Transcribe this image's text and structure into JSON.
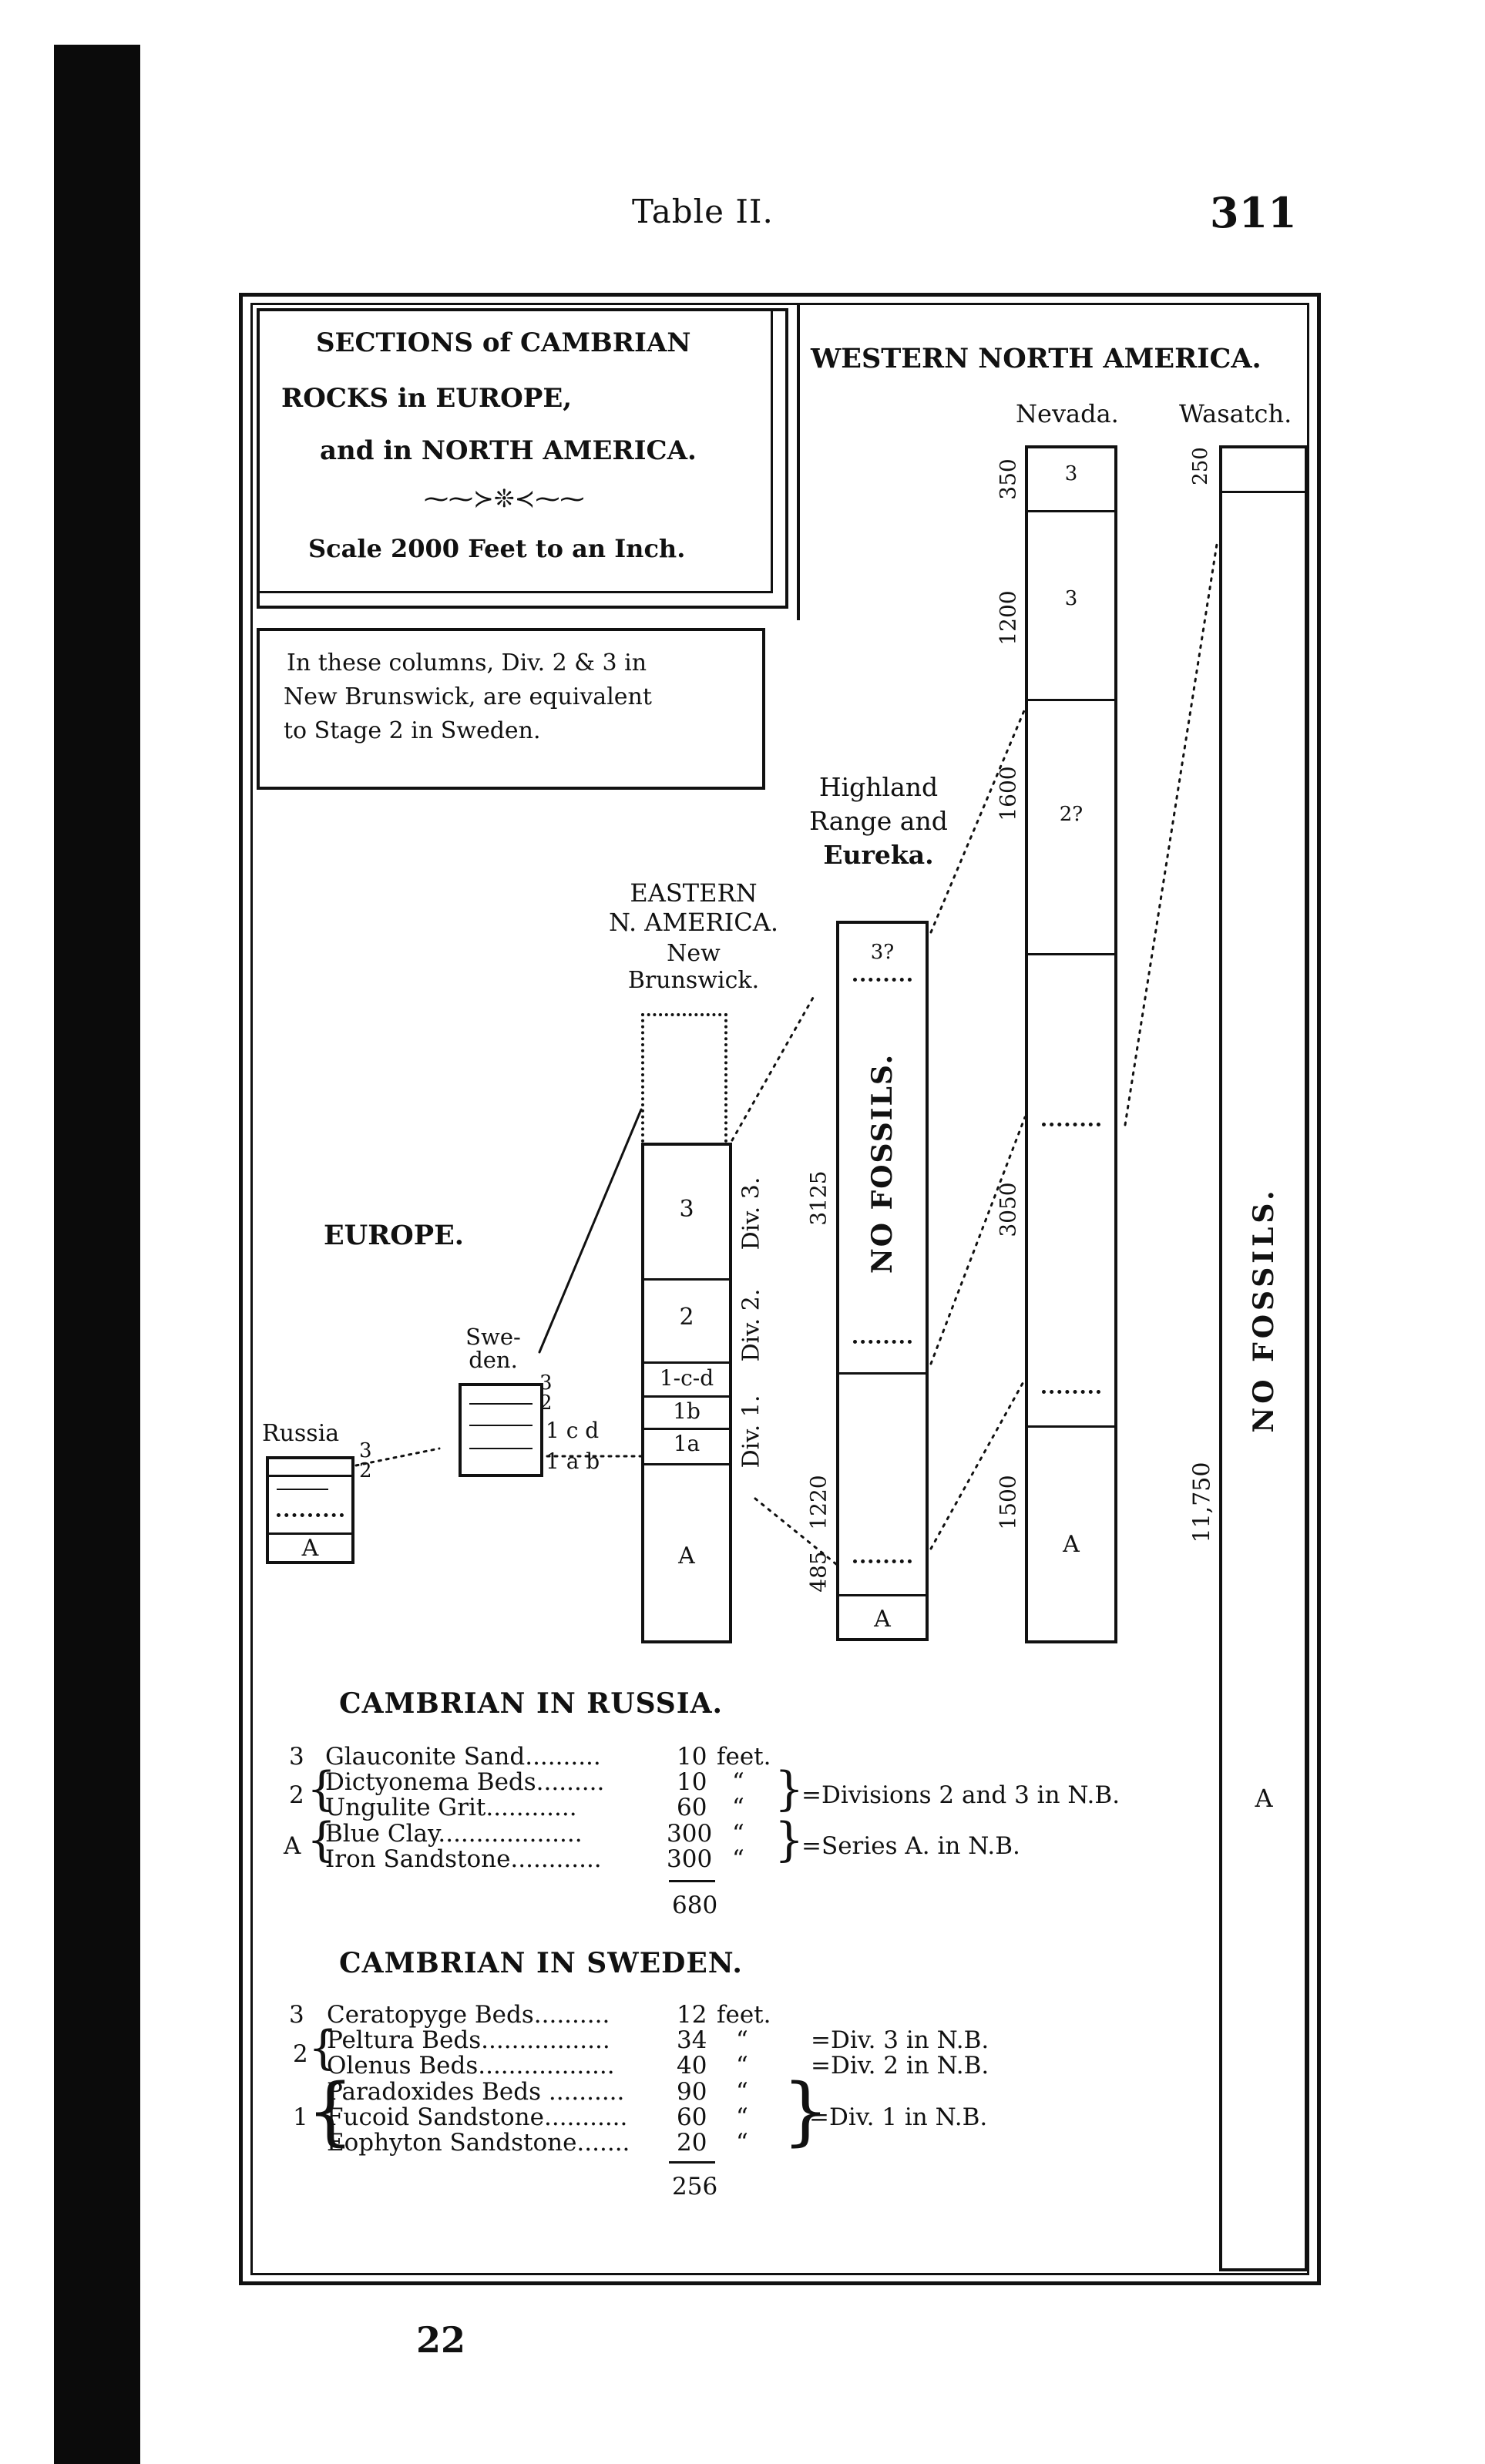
{
  "header": {
    "title": "Table II.",
    "page_number": "311"
  },
  "footer": {
    "number": "22"
  },
  "title_box": {
    "lines": [
      "SECTIONS of CAMBRIAN",
      "ROCKS in EUROPE,",
      "and in NORTH AMERICA."
    ],
    "ornament": "⁓⁓≻❊≺⁓⁓",
    "scale": "Scale 2000 Feet to an Inch."
  },
  "note_box": {
    "lines": [
      "In these columns, Div. 2 & 3 in",
      "New Brunswick, are equivalent",
      "to Stage 2 in Sweden."
    ]
  },
  "regions": {
    "western": "WESTERN NORTH AMERICA.",
    "eastern_1": "EASTERN",
    "eastern_2": "N. AMERICA.",
    "europe": "EUROPE."
  },
  "columns": {
    "russia": {
      "label": "Russia",
      "side_3": "3",
      "side_2": "2",
      "cell_a": "A"
    },
    "sweden": {
      "label_1": "Swe-",
      "label_2": "den.",
      "side_3": "3",
      "side_2": "2",
      "side_1cd": "1 c d",
      "side_1ab": "1 a b"
    },
    "new_brunswick": {
      "label_1": "New",
      "label_2": "Brunswick.",
      "cells": [
        "3",
        "2",
        "1-c-d",
        "1b",
        "1a",
        "A"
      ],
      "div_3": "Div. 3.",
      "div_2": "Div. 2.",
      "div_1": "Div. 1."
    },
    "highland": {
      "label_1": "Highland",
      "label_2": "Range and",
      "label_3": "Eureka.",
      "top_cell": "3?",
      "no_fossils": "NO FOSSILS.",
      "cell_a": "A",
      "thick_3125": "3125",
      "thick_1220": "1220",
      "thick_485": "485"
    },
    "nevada": {
      "label": "Nevada.",
      "cell_3a": "3",
      "cell_3b": "3",
      "cell_2q": "2?",
      "cell_a": "A",
      "thick_350": "350",
      "thick_1200": "1200",
      "thick_1600": "1600",
      "thick_3050": "3050",
      "thick_1500": "1500"
    },
    "wasatch": {
      "label": "Wasatch.",
      "thick_250": "250",
      "no_fossils": "NO FOSSILS.",
      "thick_11750": "11,750",
      "cell_a": "A"
    }
  },
  "russia_section": {
    "heading": "CAMBRIAN IN RUSSIA.",
    "rows": [
      {
        "group": "3",
        "name": "Glauconite Sand..........",
        "value": "10",
        "unit": "feet."
      },
      {
        "group": "",
        "name": "Dictyonema Beds.........",
        "value": "10",
        "unit": "“"
      },
      {
        "group": "",
        "name": "Ungulite Grit............",
        "value": "60",
        "unit": "“"
      },
      {
        "group": "",
        "name": "Blue Clay...................",
        "value": "300",
        "unit": "“"
      },
      {
        "group": "",
        "name": "Iron Sandstone............",
        "value": "300",
        "unit": "“"
      }
    ],
    "group_2": "2",
    "group_a": "A",
    "equiv_1": "=Divisions 2 and 3 in N.B.",
    "equiv_2": "=Series A. in N.B.",
    "total": "680"
  },
  "sweden_section": {
    "heading": "CAMBRIAN IN SWEDEN.",
    "rows": [
      {
        "name": "Ceratopyge Beds..........",
        "value": "12",
        "unit": "feet."
      },
      {
        "name": "Peltura Beds.................",
        "value": "34",
        "unit": "“"
      },
      {
        "name": "Olenus Beds..................",
        "value": "40",
        "unit": "“"
      },
      {
        "name": "Paradoxides Beds ..........",
        "value": "90",
        "unit": "“"
      },
      {
        "name": "Fucoid Sandstone...........",
        "value": "60",
        "unit": "“"
      },
      {
        "name": "Eophyton Sandstone.......",
        "value": "20",
        "unit": "“"
      }
    ],
    "group_3": "3",
    "group_2": "2",
    "group_1": "1",
    "equiv_1": "=Div. 3 in N.B.",
    "equiv_2": "=Div. 2 in N.B.",
    "equiv_3": "=Div. 1 in N.B.",
    "total": "256"
  }
}
